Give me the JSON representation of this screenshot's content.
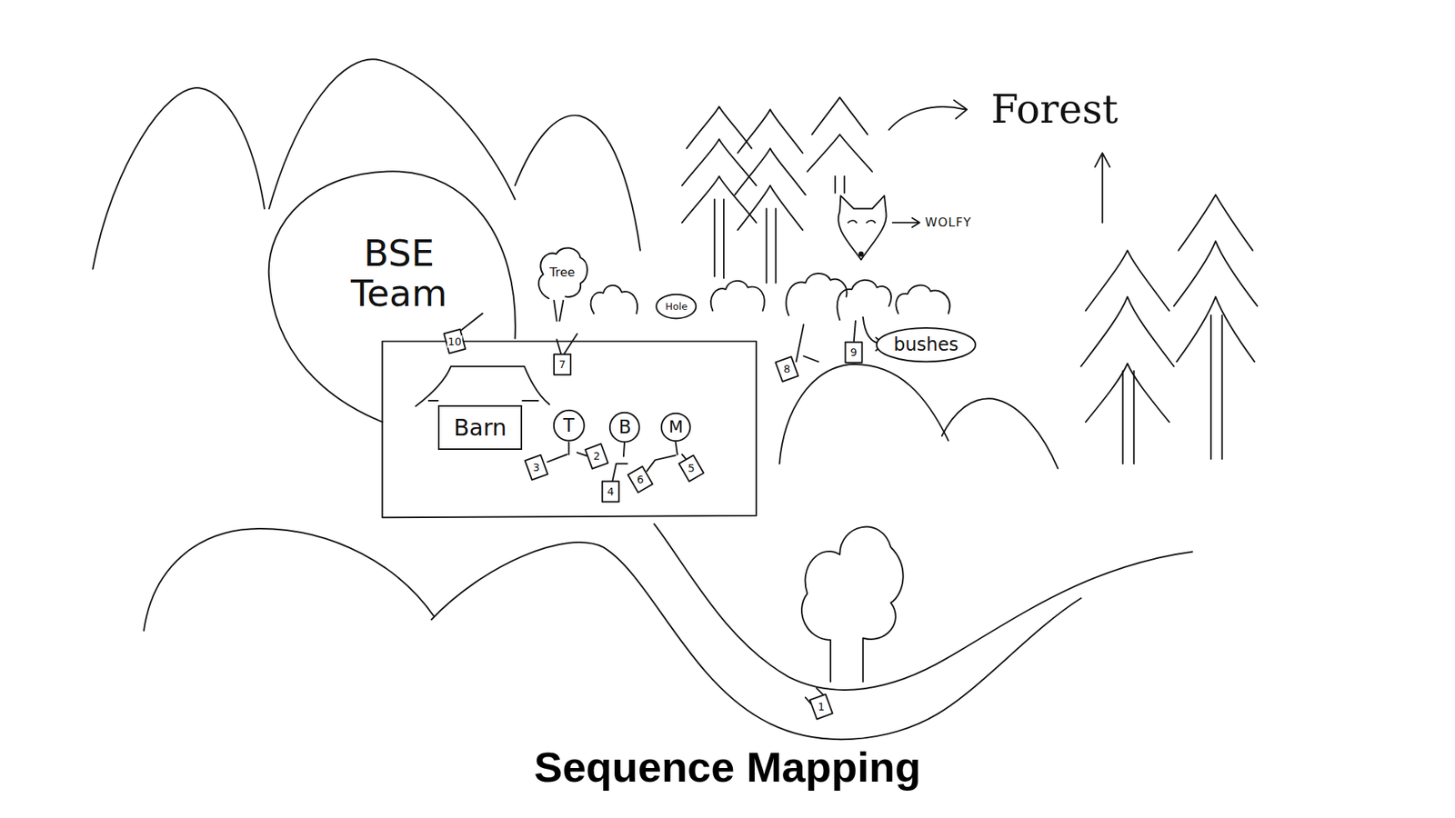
{
  "diagram": {
    "title": "Sequence Mapping",
    "nodes": [
      {
        "text": [
          "BSE Team"
        ]
      },
      {
        "text": [
          "Tree"
        ]
      },
      {
        "text": [
          "Hole"
        ]
      },
      {
        "text": [
          "bushes"
        ]
      },
      {
        "text": [
          "Barn"
        ]
      },
      {
        "text": [
          "T"
        ]
      },
      {
        "text": [
          "B"
        ]
      },
      {
        "text": [
          "M"
        ]
      }
    ],
    "labels": [
      "Forest",
      "WOLFY",
      "10",
      "7",
      "8",
      "9",
      "3",
      "2",
      "4",
      "6",
      "5",
      "1"
    ]
  }
}
